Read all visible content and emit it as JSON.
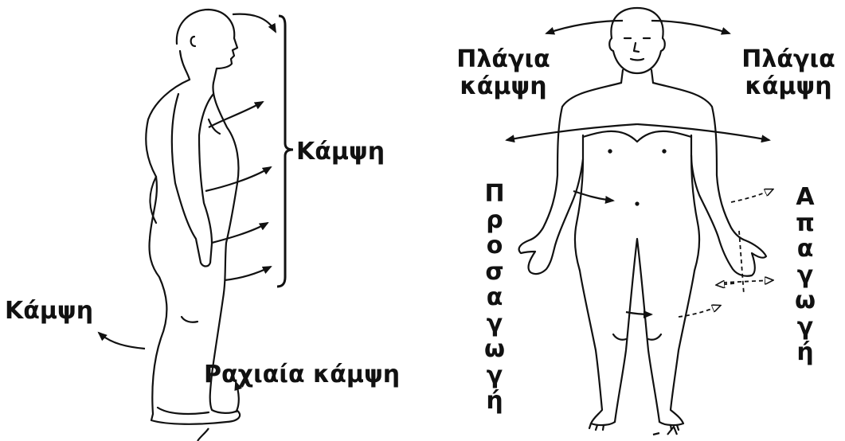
{
  "labels": {
    "side_view_flexion": "Κάμψη",
    "hip_flexion": "Κάμψη",
    "dorsiflexion": "Ραχιαία κάμψη",
    "lateral_flexion_left_line1": "Πλάγια",
    "lateral_flexion_left_line2": "κάμψη",
    "lateral_flexion_right_line1": "Πλάγια",
    "lateral_flexion_right_line2": "κάμψη",
    "adduction_letters": [
      "Π",
      "ρ",
      "ο",
      "σ",
      "α",
      "γ",
      "ω",
      "γ",
      "ή"
    ],
    "abduction_letters": [
      "Α",
      "π",
      "α",
      "γ",
      "ω",
      "γ",
      "ή"
    ]
  },
  "colors": {
    "ink": "#111111",
    "background": "#ffffff"
  }
}
